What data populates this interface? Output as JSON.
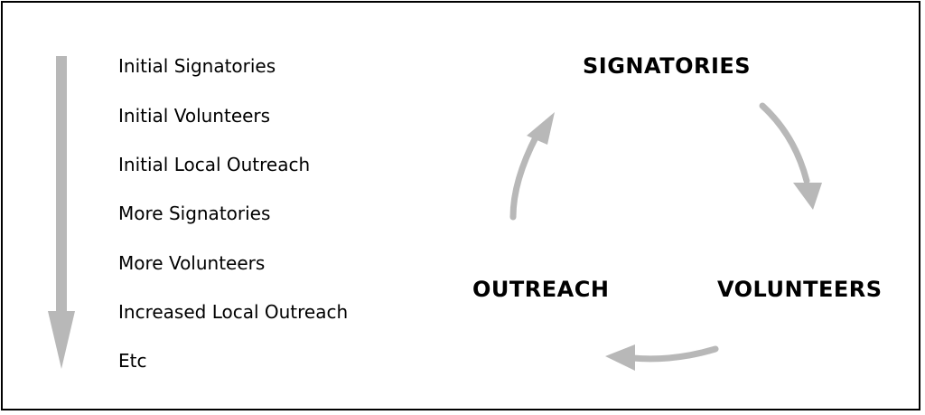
{
  "steps": [
    "Initial Signatories",
    "Initial Volunteers",
    "Initial Local Outreach",
    "More Signatories",
    "More Volunteers",
    "Increased Local Outreach",
    "Etc"
  ],
  "cycle": {
    "top": "SIGNATORIES",
    "right": "VOLUNTEERS",
    "left": "OUTREACH"
  },
  "colors": {
    "arrow": "#b8b8b8",
    "border": "#000000",
    "text": "#000000"
  }
}
